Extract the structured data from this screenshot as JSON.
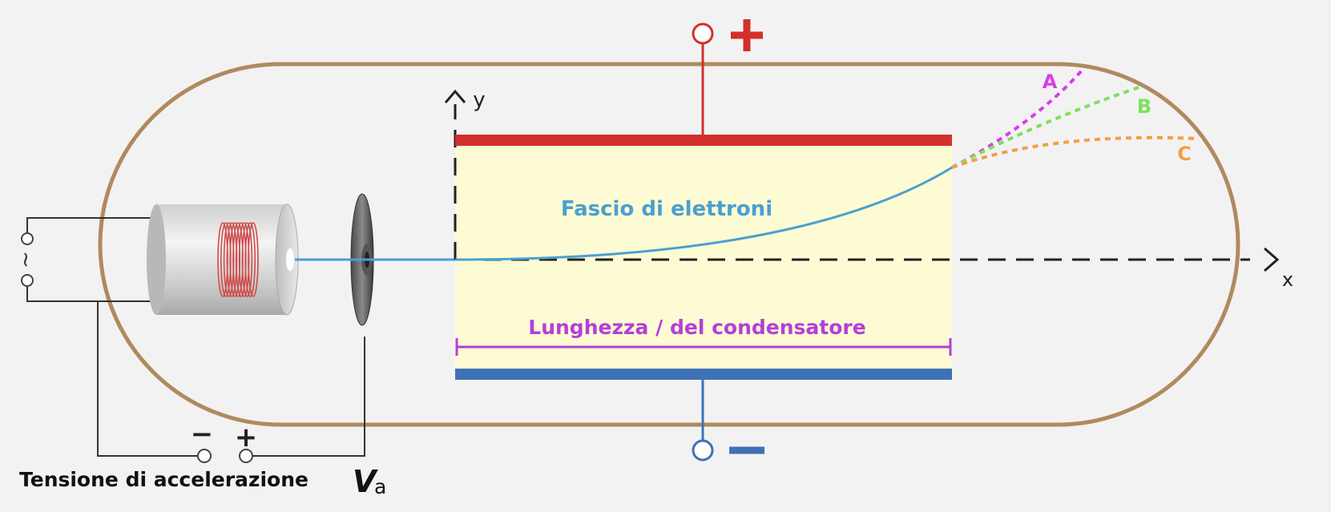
{
  "labels": {
    "beam": "Fascio di elettroni",
    "length": "Lunghezza / del condensatore",
    "voltage": "Tensione di accelerazione",
    "voltage_symbol": "V",
    "voltage_subscript": "a",
    "axis_x": "x",
    "axis_y": "y",
    "plus_top": "+",
    "minus_bottom": "−",
    "minus_source": "−",
    "plus_source": "+",
    "ac_symbol": "~",
    "path_a": "A",
    "path_b": "B",
    "path_c": "C"
  },
  "colors": {
    "background": "#f3f2f3",
    "tube_outline": "#b08a5e",
    "capacitor_fill": "#fdfbd4",
    "positive_plate": "#d2302c",
    "negative_plate": "#3e72b5",
    "beam": "#4a9fd1",
    "length_label": "#b43fd9",
    "path_a": "#d43fe6",
    "path_b": "#7ee05c",
    "path_c": "#f0a040",
    "wire": "#333333"
  }
}
